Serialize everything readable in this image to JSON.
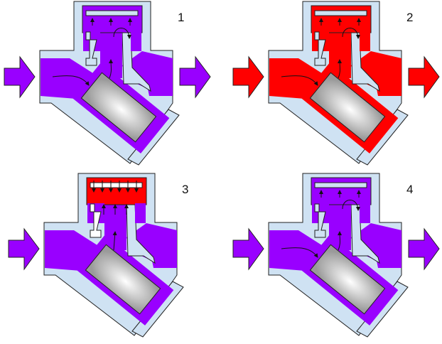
{
  "colors": {
    "body": "#cfe2f3",
    "outline": "#222222",
    "purple": "#9900ff",
    "red": "#ff0000",
    "white": "#ffffff"
  },
  "panels": [
    {
      "label": "1",
      "fluid": "purple",
      "chamber": "purple",
      "flow_arrows": true
    },
    {
      "label": "2",
      "fluid": "red",
      "chamber": "red",
      "flow_arrows": true
    },
    {
      "label": "3",
      "fluid": "purple",
      "chamber": "red",
      "flow_arrows": false
    },
    {
      "label": "4",
      "fluid": "purple",
      "chamber": "purple",
      "flow_arrows": true
    }
  ]
}
